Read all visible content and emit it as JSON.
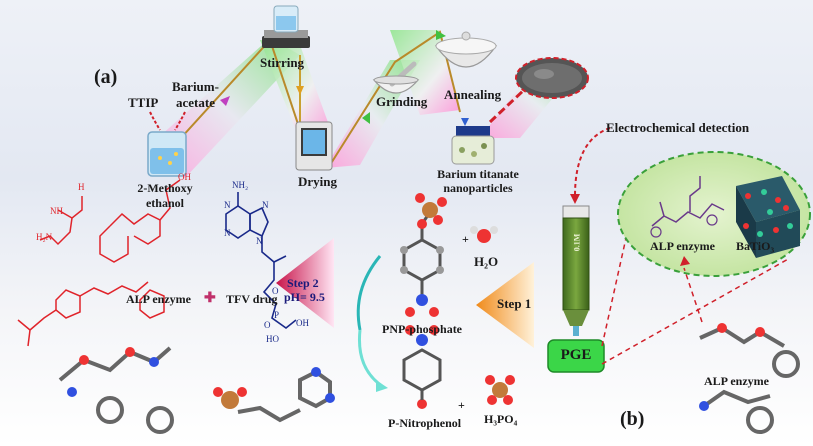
{
  "panel_a": {
    "label": "(a)",
    "ttip": "TTIP",
    "barium_acetate_1": "Barium-",
    "barium_acetate_2": "acetate",
    "methoxy_1": "2-Methoxy",
    "methoxy_2": "ethanol",
    "stirring": "Stirring",
    "drying": "Drying",
    "grinding": "Grinding",
    "annealing": "Annealing",
    "product_1": "Barium titanate",
    "product_2": "nanoparticles"
  },
  "panel_b": {
    "label": "(b)",
    "electrochem": "Electrochemical detection",
    "alp_enzyme": "ALP enzyme",
    "batio3": "BaTiO₃",
    "pge": "PGE",
    "alp_enzyme_bottom": "ALP enzyme",
    "electrode_text": "0.1M"
  },
  "reaction": {
    "alp_enzyme": "ALP enzyme",
    "plus": "✚",
    "tfv_drug": "TFV drug",
    "step2_1": "Step 2",
    "step2_2": "pH= 9.5",
    "step1": "Step 1",
    "pnp_phosphate": "PNP-phosphate",
    "h2o": "H₂O",
    "p_nitrophenol": "P-Nitrophenol",
    "h3po4": "H₃PO₄",
    "plus_small_1": "+",
    "plus_small_2": "+"
  },
  "atoms": {
    "nh2": "NH₂",
    "n1": "N",
    "n2": "N",
    "n3": "N",
    "n4": "N",
    "o1": "O",
    "o2": "O",
    "oh": "OH",
    "ho": "HO",
    "p": "P",
    "h_n": "H",
    "nh": "NH",
    "h2n": "H₂N",
    "oh2": "OH"
  },
  "colors": {
    "ribbon_left": "#8fe28a",
    "ribbon_right": "#ff8fd0",
    "arrow_red": "#d0202a",
    "enzyme_red": "#e0242b",
    "drug_blue": "#1a2a8a",
    "electrode_green": "#4f7d2a",
    "pge_green": "#37d646",
    "ellipse_fill": "#cfe8b0"
  }
}
